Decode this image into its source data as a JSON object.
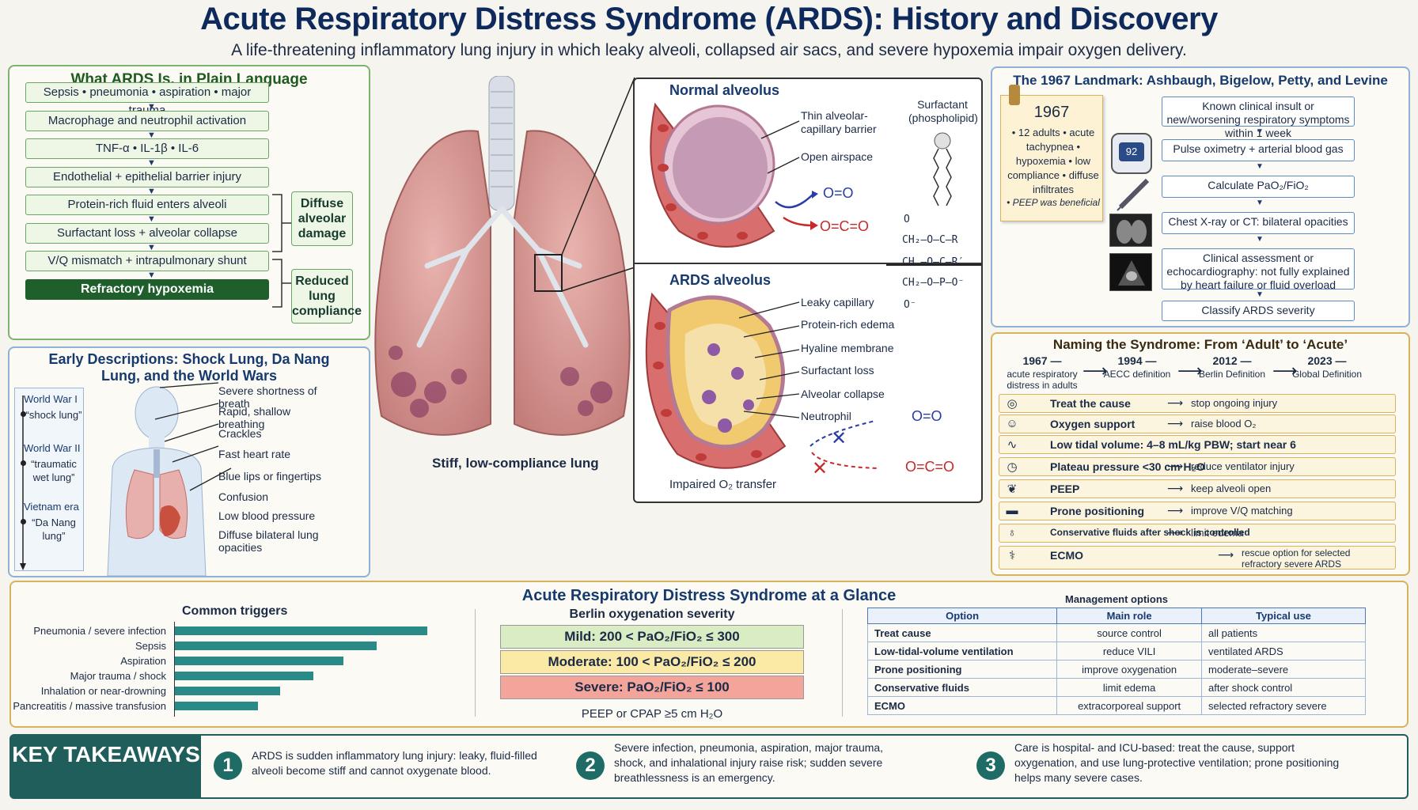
{
  "header": {
    "title": "Acute Respiratory Distress Syndrome (ARDS): History and Discovery",
    "subtitle": "A life-threatening inflammatory lung injury in which leaky alveoli, collapsed air sacs, and severe hypoxemia impair oxygen delivery."
  },
  "plain": {
    "title": "What ARDS Is, in Plain Language",
    "steps": [
      "Sepsis • pneumonia • aspiration • major trauma",
      "Macrophage and neutrophil activation",
      "TNF-α • IL-1β • IL-6",
      "Endothelial + epithelial barrier injury",
      "Protein-rich fluid enters alveoli",
      "Surfactant loss + alveolar collapse",
      "V/Q mismatch + intrapulmonary shunt",
      "Refractory hypoxemia"
    ],
    "brace1": "Diffuse alveolar damage",
    "brace2": "Reduced lung compliance"
  },
  "early": {
    "title": "Early Descriptions: Shock Lung, Da Nang Lung, and the World Wars",
    "eras": [
      {
        "era": "World War I",
        "term": "“shock lung”"
      },
      {
        "era": "World War II",
        "term": "“traumatic wet lung”"
      },
      {
        "era": "Vietnam era",
        "term": "“Da Nang lung”"
      }
    ],
    "symptoms": [
      "Severe shortness of breath",
      "Rapid, shallow breathing",
      "Crackles",
      "Fast heart rate",
      "Blue lips or fingertips",
      "Confusion",
      "Low blood pressure",
      "Diffuse bilateral lung opacities"
    ]
  },
  "lung": {
    "caption": "Stiff, low-compliance lung"
  },
  "alveoli": {
    "normal_title": "Normal alveolus",
    "normal_labels": [
      "Thin alveolar-capillary barrier",
      "Open airspace"
    ],
    "o2": "O=O",
    "co2": "O=C=O",
    "surfactant": "Surfactant (phospholipid)",
    "chem": [
      "O",
      "CH₂—O—C—R",
      "CH —O—C—R′",
      "CH₂—O—P—O⁻",
      "O⁻"
    ],
    "ards_title": "ARDS alveolus",
    "ards_labels": [
      "Leaky capillary",
      "Protein-rich edema",
      "Hyaline membrane",
      "Surfactant loss",
      "Alveolar collapse",
      "Neutrophil"
    ],
    "impaired": "Impaired O₂ transfer"
  },
  "landmark": {
    "title": "The 1967 Landmark: Ashbaugh, Bigelow, Petty, and Levine",
    "note_year": "1967",
    "note_text": "• 12 adults • acute tachypnea • hypoxemia • low compliance • diffuse infiltrates",
    "note_peep": "• PEEP was beneficial",
    "steps": [
      "Known clinical insult or new/worsening respiratory symptoms within 1 week",
      "Pulse oximetry + arterial blood gas",
      "Calculate PaO₂/FiO₂",
      "Chest X-ray or CT: bilateral opacities",
      "Clinical assessment or echocardiography: not fully explained by heart failure or fluid overload",
      "Classify ARDS severity"
    ],
    "oxi": "92"
  },
  "naming": {
    "title": "Naming the Syndrome: From ‘Adult’ to ‘Acute’",
    "timeline": [
      {
        "year": "1967 —",
        "desc": "acute respiratory distress in adults"
      },
      {
        "year": "1994 —",
        "desc": "AECC definition"
      },
      {
        "year": "2012 —",
        "desc": "Berlin Definition"
      },
      {
        "year": "2023 —",
        "desc": "Global Definition"
      }
    ],
    "mgmt": [
      {
        "icon": "target-icon",
        "glyph": "◎",
        "name": "Treat the cause",
        "result": "stop ongoing injury"
      },
      {
        "icon": "oxygen-mask-icon",
        "glyph": "☺",
        "name": "Oxygen support",
        "result": "raise blood O₂"
      },
      {
        "icon": "ventilator-monitor-icon",
        "glyph": "∿",
        "name": "Low tidal volume: 4–8 mL/kg PBW; start near 6",
        "result": ""
      },
      {
        "icon": "pressure-gauge-icon",
        "glyph": "◷",
        "name": "Plateau pressure <30 cm H₂O",
        "result": "reduce ventilator injury"
      },
      {
        "icon": "lungs-icon",
        "glyph": "❦",
        "name": "PEEP",
        "result": "keep alveoli open"
      },
      {
        "icon": "prone-patient-icon",
        "glyph": "▬",
        "name": "Prone positioning",
        "result": "improve V/Q matching"
      },
      {
        "icon": "iv-bag-icon",
        "glyph": "♁",
        "name": "Conservative fluids after shock is controlled",
        "result": "limit edema"
      },
      {
        "icon": "ecmo-circuit-icon",
        "glyph": "⚕",
        "name": "ECMO",
        "result": "rescue option for selected refractory severe ARDS"
      }
    ]
  },
  "glance": {
    "title": "Acute  Respiratory Distress Syndrome at a Glance",
    "triggers_title": "Common triggers",
    "berlin_title": "Berlin oxygenation severity",
    "severity": [
      {
        "label": "Mild:   200 < PaO₂/FiO₂ ≤ 300",
        "color": "#d9ecc4"
      },
      {
        "label": "Moderate:   100 < PaO₂/FiO₂ ≤ 200",
        "color": "#fbe9a6"
      },
      {
        "label": "Severe:    PaO₂/FiO₂  ≤ 100",
        "color": "#f3a49b"
      }
    ],
    "peep": "PEEP or CPAP ≥5 cm H₂O",
    "table_title": "Management options",
    "table_headers": [
      "Option",
      "Main role",
      "Typical use"
    ],
    "table_rows": [
      [
        "Treat cause",
        "source control",
        "all patients"
      ],
      [
        "Low-tidal-volume ventilation",
        "reduce VILI",
        "ventilated ARDS"
      ],
      [
        "Prone positioning",
        "improve oxygenation",
        "moderate–severe"
      ],
      [
        "Conservative fluids",
        "limit edema",
        "after shock control"
      ],
      [
        "ECMO",
        "extracorporeal support",
        "selected refractory severe"
      ]
    ]
  },
  "chart_data": {
    "type": "bar",
    "categories": [
      "Pneumonia / severe infection",
      "Sepsis",
      "Aspiration",
      "Major trauma / shock",
      "Inhalation or near-drowning",
      "Pancreatitis / massive transfusion"
    ],
    "values": [
      100,
      80,
      67,
      55,
      42,
      33
    ],
    "title": "Common triggers",
    "xlabel": "",
    "ylabel": ""
  },
  "takeaways": {
    "title": "KEY TAKEAWAYS",
    "items": [
      "ARDS is sudden inflammatory lung injury: leaky, fluid-filled alveoli become stiff and cannot oxygenate blood.",
      "Severe infection, pneumonia, aspiration, major trauma, shock, and inhalational injury raise risk; sudden severe breathlessness is an emergency.",
      "Care is hospital- and ICU-based: treat the cause, support oxygenation, and use lung-protective ventilation; prone positioning helps many severe cases."
    ]
  }
}
